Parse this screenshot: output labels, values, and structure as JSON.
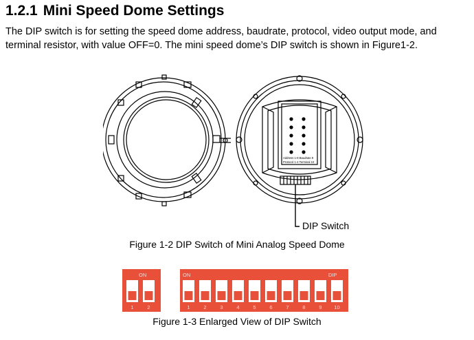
{
  "section": {
    "number": "1.2.1",
    "title": "Mini Speed Dome Settings"
  },
  "paragraph": {
    "line1": "The DIP switch is for setting the speed dome address, baudrate, protocol, video output mode, and",
    "line2": "terminal resistor, with value OFF=0. The mini speed dome’s DIP switch is shown in Figure1-2."
  },
  "figure1": {
    "callout": "DIP Switch",
    "caption": "Figure 1-2 DIP Switch of Mini Analog Speed Dome",
    "board_text_1": "Address 1-8  Baudrate 9",
    "board_text_2": "Protocol 1-4  Terminal 10"
  },
  "figure2": {
    "caption": "Figure 1-3 Enlarged View of DIP Switch",
    "small_block": {
      "on_label": "ON",
      "numbers": [
        "1",
        "2"
      ]
    },
    "large_block": {
      "on_label": "ON",
      "dip_label": "DIP",
      "numbers": [
        "1",
        "2",
        "3",
        "4",
        "5",
        "6",
        "7",
        "8",
        "9",
        "10"
      ]
    },
    "switch_color": "#e8503a",
    "slot_color": "#ffffff"
  }
}
